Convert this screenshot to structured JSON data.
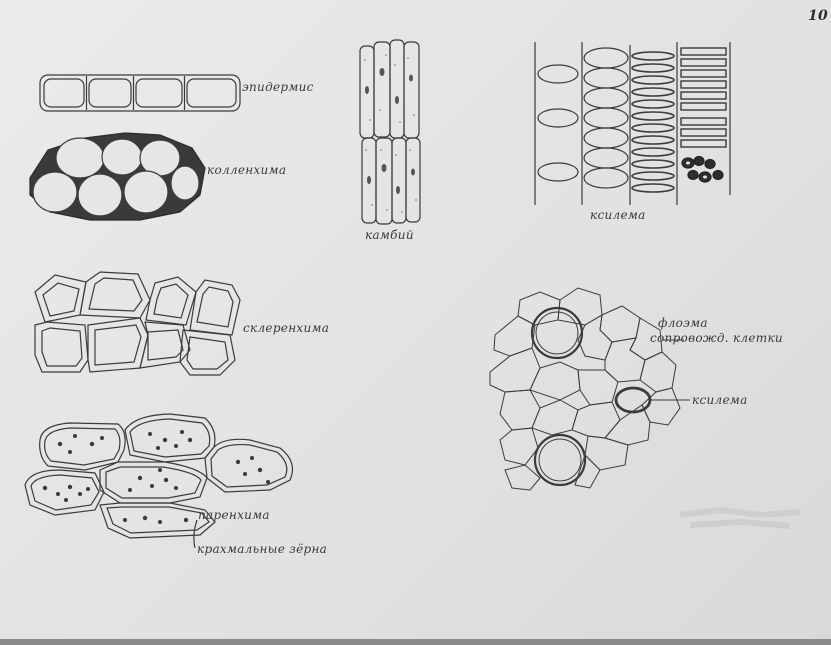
{
  "page_number": "10",
  "labels": {
    "epidermis": "эпидермис",
    "collenchyma": "колленхима",
    "sclerenchyma": "склеренхима",
    "parenchyma": "паренхима",
    "starch": "крахмальные зёрна",
    "cambium": "камбий",
    "xylem_top": "ксилема",
    "phloem": "флоэма",
    "companion": "сопровожд. клетки",
    "xylem_bundle": "ксилема"
  },
  "colors": {
    "ink": "#3b3b3b",
    "paper": "#e6e6e4",
    "dark_fill": "#3a3a3a"
  }
}
